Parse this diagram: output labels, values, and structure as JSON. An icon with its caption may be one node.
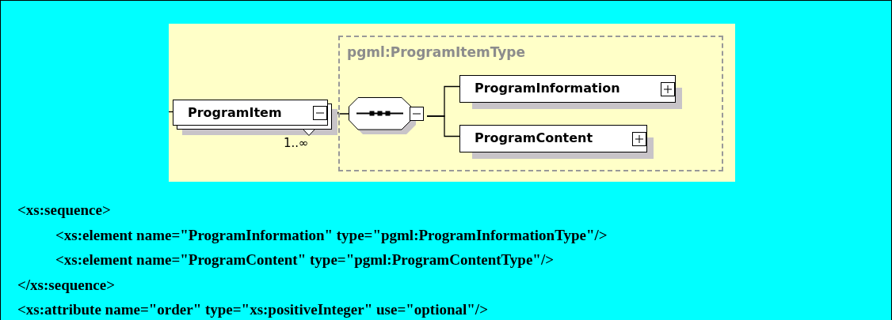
{
  "diagram": {
    "nodes": [
      {
        "text": [
          "pgml:ProgramItemType"
        ]
      },
      {
        "text": [
          "ProgramItem"
        ],
        "beside": [
          "1..∞"
        ]
      },
      {
        "text": [],
        "shape": "octagon",
        "in": 0
      },
      {
        "text": [
          "ProgramInformation"
        ],
        "in": 0
      },
      {
        "text": [
          "ProgramContent"
        ],
        "in": 0
      }
    ],
    "edges": [
      {
        "from": null,
        "to": 1,
        "arrow": "none"
      },
      {
        "from": 1,
        "to": 2,
        "arrow": "none"
      },
      {
        "from": 2,
        "to": 3,
        "arrow": "none"
      },
      {
        "from": 2,
        "to": 4,
        "arrow": "none"
      }
    ],
    "labels": [
      "<xs:sequence>",
      "<xs:element name=\"ProgramInformation\" type=\"pgml:ProgramInformationType\"/>",
      "<xs:element name=\"ProgramContent\" type=\"pgml:ProgramContentType\"/>",
      "</xs:sequence>",
      "<xs:attribute name=\"order\" type=\"xs:positiveInteger\" use=\"optional\"/>"
    ]
  }
}
